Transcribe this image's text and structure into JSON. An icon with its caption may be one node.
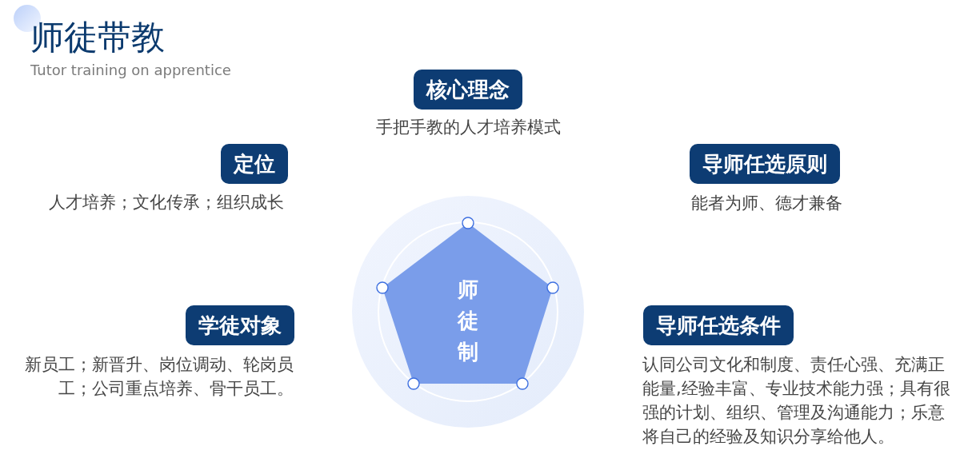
{
  "diagram": {
    "title": "师徒带教",
    "nodes": [
      {
        "text": [
          "核心理念"
        ],
        "beside": [
          "手把手教的人才培养模式"
        ]
      },
      {
        "text": [
          "定位"
        ],
        "beside": [
          "人才培养；文化传承；组织成长"
        ]
      },
      {
        "text": [
          "导师任选原则"
        ],
        "beside": [
          "能者为师、德才兼备"
        ]
      },
      {
        "text": [
          "师徒制"
        ]
      },
      {
        "text": [
          "学徒对象"
        ],
        "beside": [
          "新员工；新晋升、岗位调动、轮岗员工；公司重点培养、骨干员工。"
        ]
      },
      {
        "text": [
          "导师任选条件"
        ],
        "beside": [
          "认同公司文化和制度、责任心强、充满正能量,经验丰富、专业技术能力强；具有很强的计划、组织、管理及沟通能力；乐意将自己的经验及知识分享给他人。"
        ]
      }
    ],
    "labels": [
      "Tutor training on apprentice"
    ]
  }
}
